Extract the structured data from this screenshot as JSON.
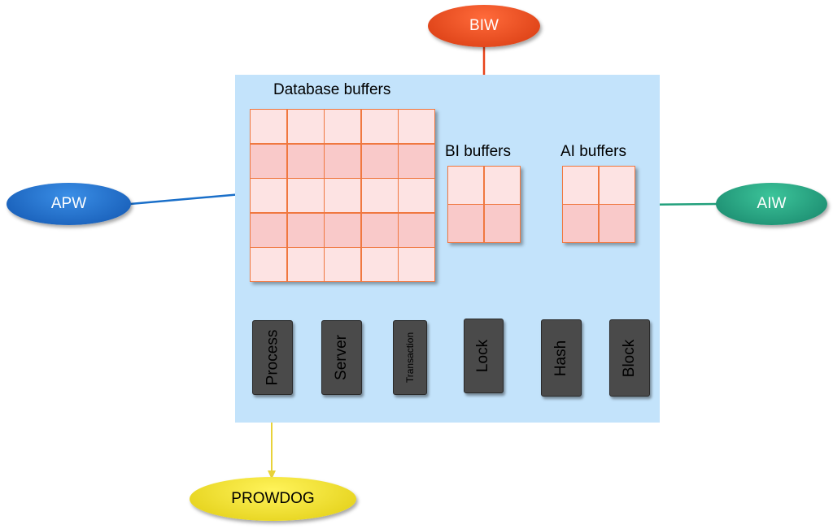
{
  "areas": {
    "database_buffers": "Database buffers",
    "bi_buffers": "BI buffers",
    "ai_buffers": "AI buffers"
  },
  "processes": {
    "biw": "BIW",
    "apw": "APW",
    "aiw": "AIW",
    "prowdog": "PROWDOG"
  },
  "latches": [
    "Process",
    "Server",
    "Transaction",
    "Lock",
    "Hash",
    "Block"
  ],
  "colors": {
    "shared_memory": "#c3e3fb",
    "buffer_border": "#f07840",
    "buffer_fill": "#fde3e3",
    "buffer_fill_alt": "#f9c9c9",
    "biw": "#e8441a",
    "apw": "#1a6fc9",
    "aiw": "#22a07c",
    "prowdog": "#f2e21a"
  }
}
